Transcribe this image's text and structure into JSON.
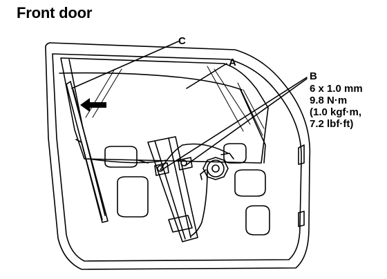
{
  "title": "Front door",
  "callouts": {
    "a": "A",
    "b": "B",
    "c": "C"
  },
  "spec": {
    "bolt_size": "6 x 1.0 mm",
    "torque_nm": "9.8 N·m",
    "torque_kgf": "(1.0 kgf·m,",
    "torque_lbf": "7.2 lbf·ft)"
  }
}
